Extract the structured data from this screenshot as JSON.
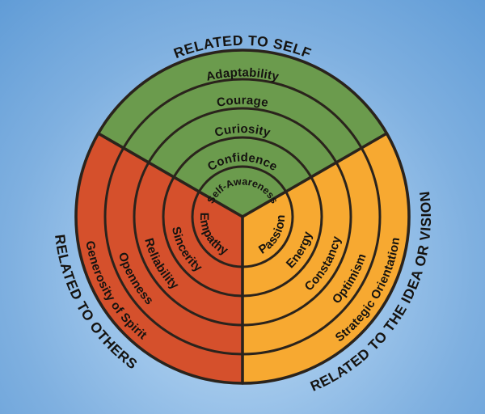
{
  "diagram": {
    "type": "circular-qualities-wheel",
    "background": {
      "center_color": "#c2dbf2",
      "mid_color": "#9cc4ea",
      "edge_color": "#5f9bd6"
    },
    "line_color": "#2a231c",
    "text_color": "#151310",
    "sectors": [
      {
        "id": "self",
        "title": "RELATED TO SELF",
        "color": "#6b9b4d",
        "rings": [
          "Adaptability",
          "Courage",
          "Curiosity",
          "Confidence",
          "Self-Awareness"
        ]
      },
      {
        "id": "others",
        "title": "RELATED TO OTHERS",
        "color": "#d5502c",
        "rings": [
          "Generosity of Spirit",
          "Openness",
          "Reliability",
          "Sincerity",
          "Empathy"
        ]
      },
      {
        "id": "idea",
        "title": "RELATED TO THE IDEA OR VISION",
        "color": "#f7a931",
        "rings": [
          "Strategic Orientation",
          "Optimism",
          "Constancy",
          "Energy",
          "Passion"
        ]
      }
    ]
  }
}
